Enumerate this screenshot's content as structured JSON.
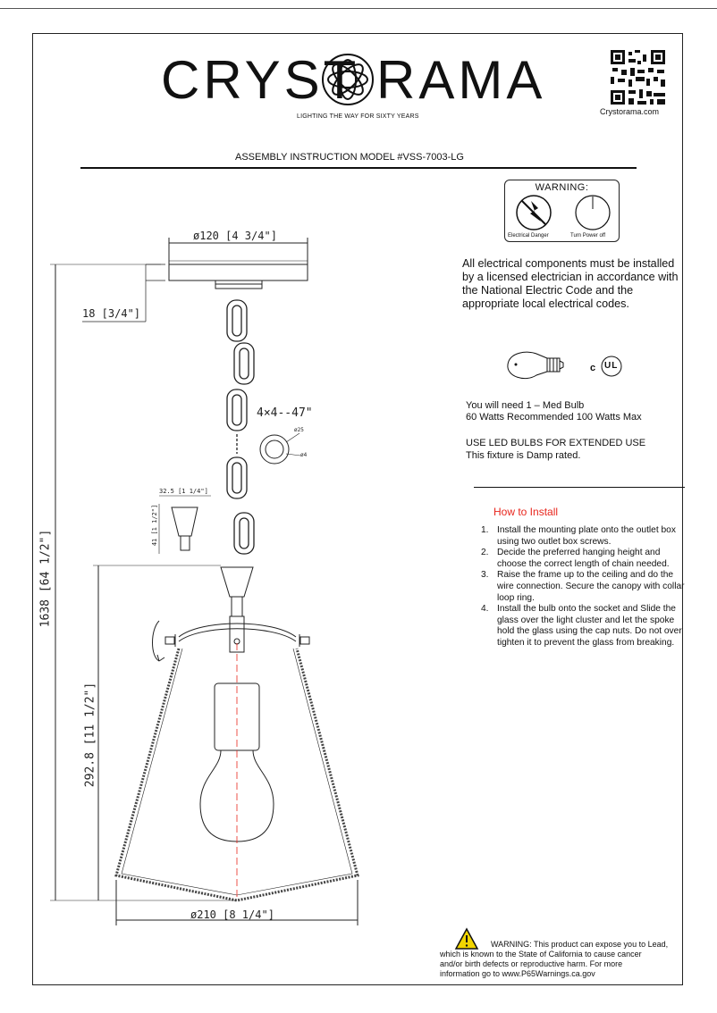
{
  "brand": {
    "name_left": "CRYST",
    "name_right": "RAMA",
    "tagline": "LIGHTING THE WAY FOR SIXTY YEARS",
    "website": "Crystorama.com"
  },
  "document": {
    "title": "ASSEMBLY INSTRUCTION MODEL #VSS-7003-LG"
  },
  "warning_box": {
    "title": "WARNING:",
    "left_label": "Electrical Danger",
    "right_label": "Turn Power off"
  },
  "electrical_notice": "All electrical components must be installed by a licensed electrician in accordance with the National Electric Code and the appropriate local electrical codes.",
  "bulb": {
    "line1": "You will need 1 – Med  Bulb",
    "line2": "60 Watts Recommended 100 Watts Max",
    "led_line": "USE LED BULBS FOR EXTENDED USE",
    "damp_line": "This fixture is Damp rated.",
    "cert_prefix": "c",
    "cert_mark": "UL"
  },
  "install": {
    "title": "How to Install",
    "steps": [
      {
        "num": "1.",
        "text": "Install the mounting plate onto the outlet box using two outlet box screws."
      },
      {
        "num": "2.",
        "text": "Decide the preferred hanging height and choose the correct length of chain needed."
      },
      {
        "num": "3.",
        "text": "Raise the frame up to the ceiling and do the wire connection. Secure the canopy with collar loop ring."
      },
      {
        "num": "4.",
        "text": "Install the bulb onto the socket and Slide the glass over the light cluster and let the spoke hold the glass using the cap nuts. Do not over tighten it to prevent the glass from breaking."
      }
    ]
  },
  "prop65": {
    "line1": "WARNING: This product can expose you to Lead,",
    "line2": "which is known to the State of California to cause cancer",
    "line3": "and/or birth defects or reproductive harm. For more",
    "line4": "information go to www.P65Warnings.ca.gov"
  },
  "dimensions": {
    "canopy_dia": "ø120 [4 3/4\"]",
    "canopy_height": "18 [3/4\"]",
    "chain": "4×4--47\"",
    "link_outer": "ø25",
    "link_wire": "ø4",
    "loop_width": "32.5 [1 1/4\"]",
    "loop_height": "41 [1 1/2\"]",
    "overall_height": "1638 [64 1/2\"]",
    "body_height": "292.8 [11 1/2\"]",
    "body_dia": "ø210 [8 1/4\"]"
  },
  "colors": {
    "accent_red": "#e8261d",
    "line_dark": "#111111",
    "warning_yellow": "#f2d500"
  },
  "icons": [
    "logo-emblem-icon",
    "qr-code-icon",
    "electrical-danger-icon",
    "power-off-icon",
    "bulb-icon",
    "ul-listed-icon",
    "warning-triangle-icon"
  ]
}
